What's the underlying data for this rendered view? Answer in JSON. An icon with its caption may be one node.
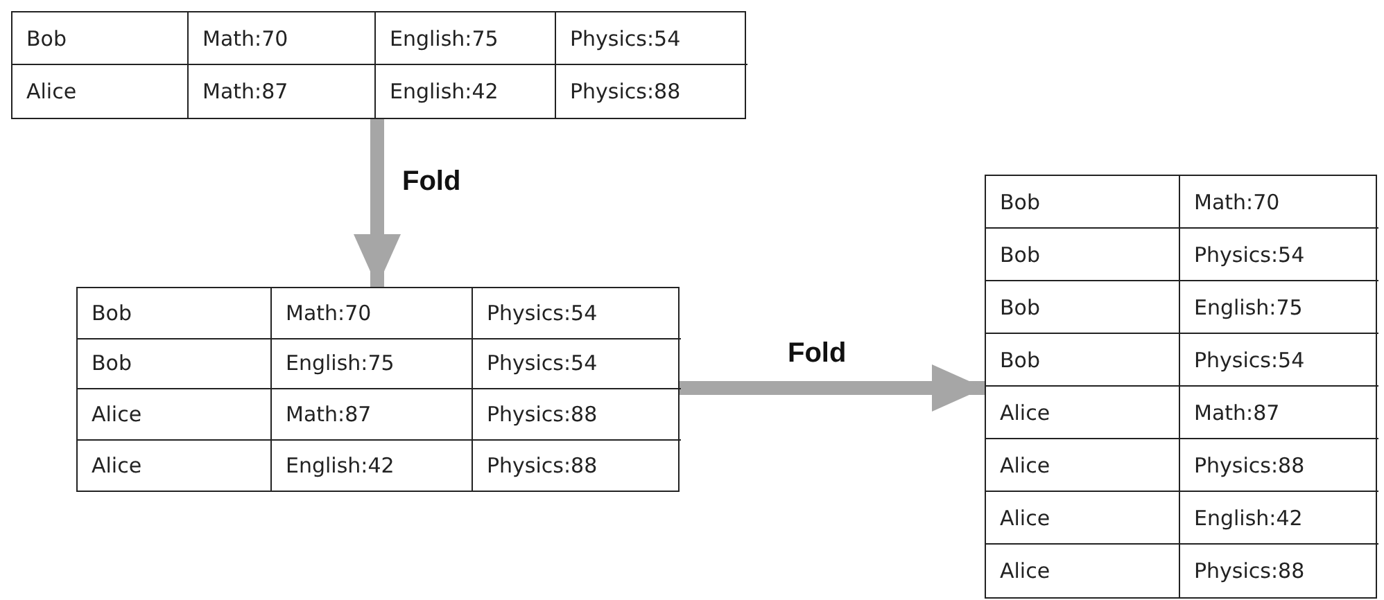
{
  "diagram": {
    "nodes": [
      {
        "text": [
          "Bob",
          "Math:70",
          "English:75",
          "Physics:54",
          "Alice",
          "Math:87",
          "English:42",
          "Physics:88"
        ]
      },
      {
        "text": [
          "Bob",
          "Math:70",
          "Physics:54",
          "Bob",
          "English:75",
          "Physics:54",
          "Alice",
          "Math:87",
          "Physics:88",
          "Alice",
          "English:42",
          "Physics:88"
        ]
      },
      {
        "text": [
          "Bob",
          "Math:70",
          "Bob",
          "Physics:54",
          "Bob",
          "English:75",
          "Bob",
          "Physics:54",
          "Alice",
          "Math:87",
          "Alice",
          "Physics:88",
          "Alice",
          "English:42",
          "Alice",
          "Physics:88"
        ]
      }
    ],
    "edges": [
      {
        "from": 0,
        "to": 1,
        "arrow": "to",
        "label": "Fold"
      },
      {
        "from": 1,
        "to": 2,
        "arrow": "to",
        "label": "Fold"
      }
    ]
  }
}
